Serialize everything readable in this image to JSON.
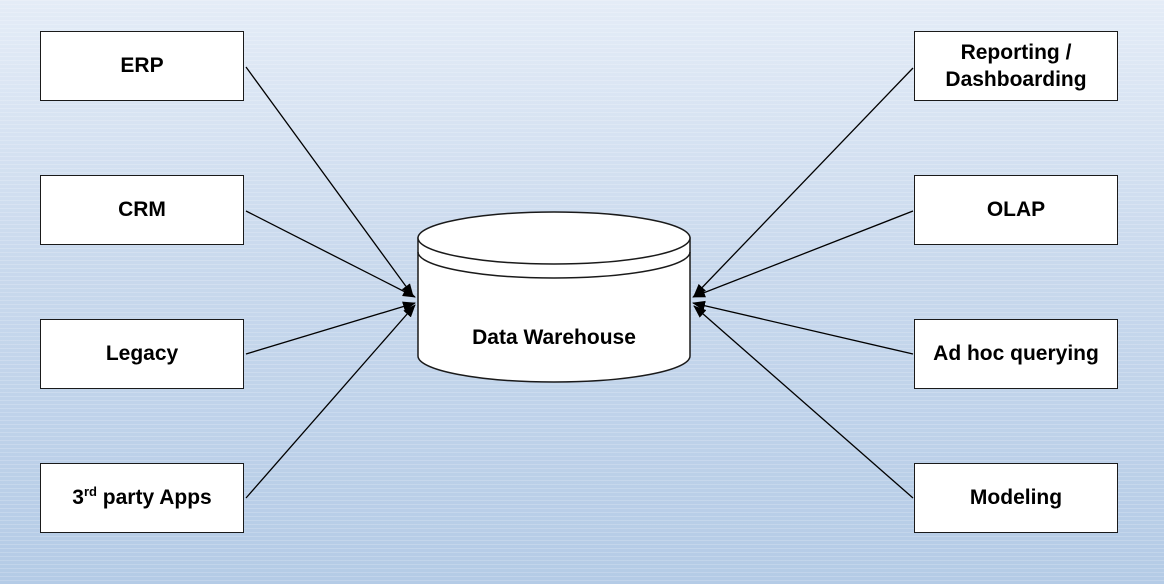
{
  "sources": [
    {
      "label": "ERP"
    },
    {
      "label": "CRM"
    },
    {
      "label": "Legacy"
    },
    {
      "label_prefix": "3",
      "label_sup": "rd",
      "label_suffix": " party Apps"
    }
  ],
  "consumers": [
    {
      "label": "Reporting /\nDashboarding"
    },
    {
      "label": "OLAP"
    },
    {
      "label": "Ad hoc querying"
    },
    {
      "label": "Modeling"
    }
  ],
  "warehouse": {
    "label": "Data Warehouse"
  }
}
